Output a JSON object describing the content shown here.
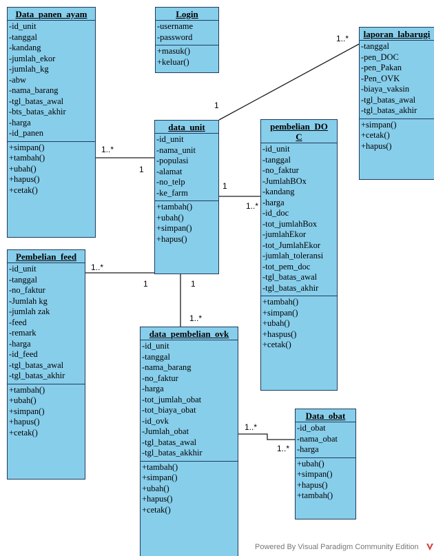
{
  "classes": [
    {
      "id": "data-panen-ayam",
      "name": "Data_panen_ayam",
      "attributes": [
        "-id_unit",
        "-tanggal",
        "-kandang",
        "-jumlah_ekor",
        "-jumlah_kg",
        "-abw",
        "-nama_barang",
        "-tgl_batas_awal",
        "-bts_batas_akhir",
        "-harga",
        "-id_panen"
      ],
      "operations": [
        "+simpan()",
        "+tambah()",
        "+ubah()",
        "+hapus()",
        "+cetak()"
      ]
    },
    {
      "id": "login",
      "name": "Login",
      "attributes": [
        "-username",
        "-password"
      ],
      "operations": [
        "+masuk()",
        "+keluar()"
      ]
    },
    {
      "id": "laporan-labarugi",
      "name": "laporan_labarugi",
      "attributes": [
        "-tanggal",
        "-pen_DOC",
        "-pen_Pakan",
        "-Pen_OVK",
        "-biaya_vaksin",
        "-tgl_batas_awal",
        "-tgl_batas_akhir"
      ],
      "operations": [
        "+simpan()",
        "+cetak()",
        "+hapus()"
      ]
    },
    {
      "id": "data-unit",
      "name": "data_unit",
      "attributes": [
        "-id_unit",
        "-nama_unit",
        "-populasi",
        "-alamat",
        "-no_telp",
        "-ke_farm"
      ],
      "operations": [
        "+tambah()",
        "+ubah()",
        "+simpan()",
        "+hapus()"
      ]
    },
    {
      "id": "pembelian-doc",
      "name_lines": [
        "pembelian_DO",
        "C"
      ],
      "attributes": [
        "-id_unit",
        "-tanggal",
        "-no_faktur",
        "-JumlahBOx",
        "-kandang",
        "-harga",
        "-id_doc",
        "-tot_jumlahBox",
        "-jumlahEkor",
        "-tot_JumlahEkor",
        "-jumlah_toleransi",
        "-tot_pem_doc",
        "-tgl_batas_awal",
        "-tgl_batas_akhir"
      ],
      "operations": [
        "+tambah()",
        "+simpan()",
        "+ubah()",
        "+haspus()",
        "+cetak()"
      ]
    },
    {
      "id": "pembelian-feed",
      "name": "Pembelian_feed",
      "attributes": [
        "-id_unit",
        "-tanggal",
        "-no_faktur",
        "-Jumlah kg",
        "-jumlah zak",
        "-feed",
        "-remark",
        "-harga",
        "-id_feed",
        "-tgl_batas_awal",
        "-tgl_batas_akhir"
      ],
      "operations": [
        "+tambah()",
        "+ubah()",
        "+simpan()",
        "+hapus()",
        "+cetak()"
      ]
    },
    {
      "id": "data-pembelian-ovk",
      "name": "data_pembelian_ovk",
      "attributes": [
        "-id_unit",
        "-tanggal",
        "-nama_barang",
        "-no_faktur",
        "-harga",
        "-tot_jumlah_obat",
        "-tot_biaya_obat",
        "-id_ovk",
        "-Jumlah_obat",
        "-tgl_batas_awal",
        "-tgl_batas_akkhir"
      ],
      "operations": [
        "+tambah()",
        "+simpan()",
        "+ubah()",
        "+hapus()",
        "+cetak()"
      ]
    },
    {
      "id": "data-obat",
      "name": "Data_obat",
      "attributes": [
        "-id_obat",
        "-nama_obat",
        "-harga"
      ],
      "operations": [
        "+ubah()",
        "+simpan()",
        "+hapus()",
        "+tambah()"
      ]
    }
  ],
  "multiplicities": [
    "1..*",
    "1",
    "1",
    "1..*",
    "1",
    "1..*",
    "1..*",
    "1",
    "1",
    "1..*",
    "1..*",
    "1..*"
  ],
  "watermark": "Powered By  Visual Paradigm Community Edition",
  "colors": {
    "class_fill": "#87ceeb",
    "class_border": "#1f3a5a",
    "line": "#1a1a1a",
    "watermark_icon": "#d9423c"
  }
}
